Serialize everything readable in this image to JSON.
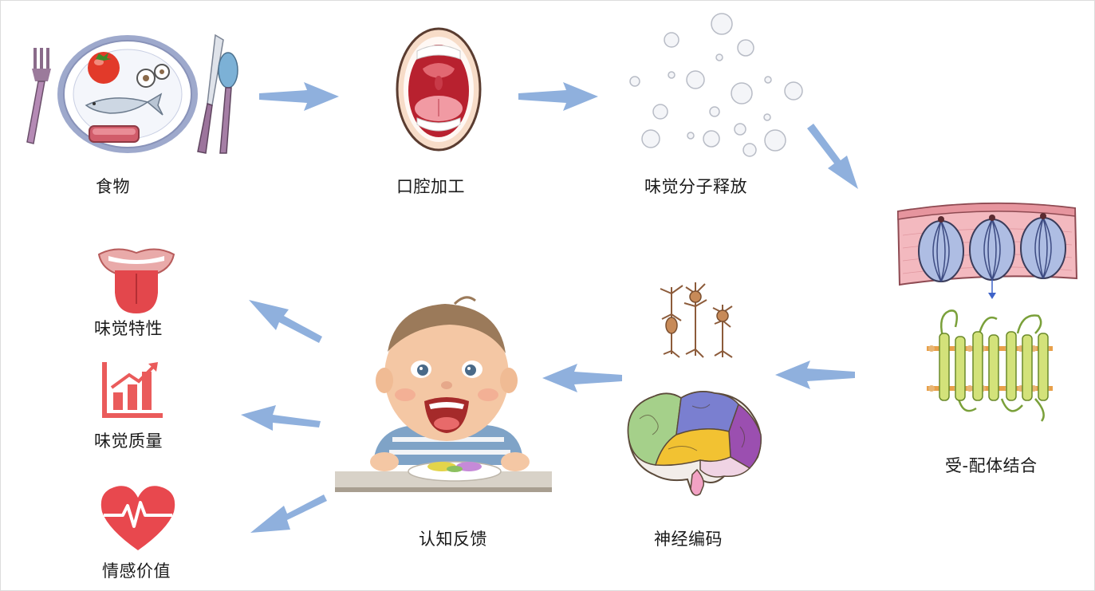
{
  "stages": {
    "food": "食物",
    "oral": "口腔加工",
    "release": "味觉分子释放",
    "binding": "受-配体结合",
    "neural": "神经编码",
    "feedback": "认知反馈",
    "trait": "味觉特性",
    "quality": "味觉质量",
    "emotion": "情感价值"
  },
  "colors": {
    "arrow": "#8fb0dd",
    "heart": "#e8484e",
    "chart": "#ea5b5b",
    "tongue": "#e3474c"
  }
}
